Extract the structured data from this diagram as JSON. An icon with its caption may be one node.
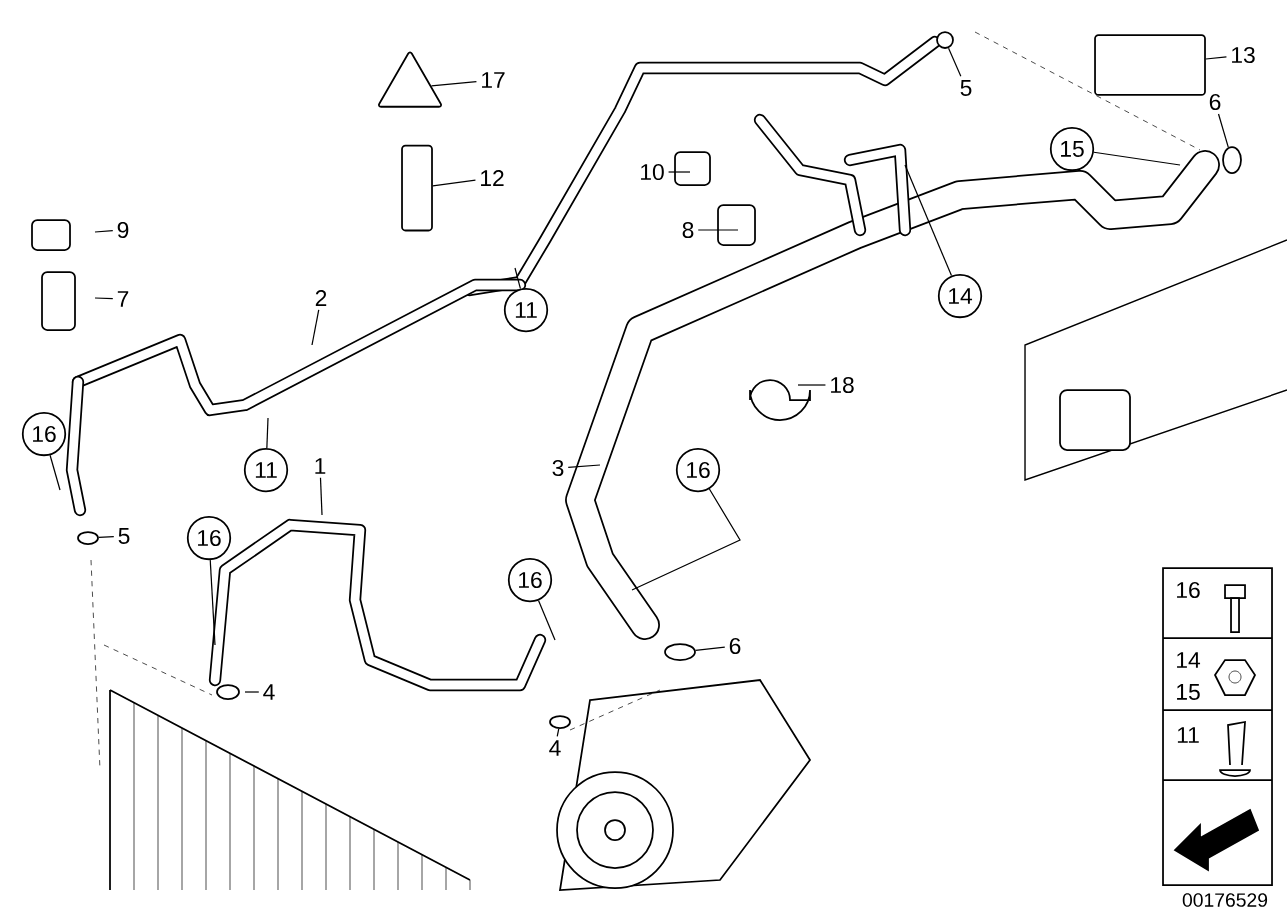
{
  "diagram": {
    "nodes": [
      {
        "text": [
          "17"
        ]
      },
      {
        "text": [
          "5"
        ]
      },
      {
        "text": [
          "13"
        ]
      },
      {
        "text": [
          "6"
        ]
      },
      {
        "text": [
          "15"
        ]
      },
      {
        "text": [
          "10"
        ]
      },
      {
        "text": [
          "12"
        ]
      },
      {
        "text": [
          "9"
        ]
      },
      {
        "text": [
          "8"
        ]
      },
      {
        "text": [
          "14"
        ]
      },
      {
        "text": [
          "7"
        ]
      },
      {
        "text": [
          "2"
        ]
      },
      {
        "text": [
          "11"
        ]
      },
      {
        "text": [
          "18"
        ]
      },
      {
        "text": [
          "16"
        ]
      },
      {
        "text": [
          "11"
        ]
      },
      {
        "text": [
          "1"
        ]
      },
      {
        "text": [
          "3"
        ]
      },
      {
        "text": [
          "16"
        ]
      },
      {
        "text": [
          "5"
        ]
      },
      {
        "text": [
          "16"
        ]
      },
      {
        "text": [
          "16"
        ]
      },
      {
        "text": [
          "6"
        ]
      },
      {
        "text": [
          "4"
        ]
      },
      {
        "text": [
          "4"
        ]
      },
      {
        "text": [],
        "shape": "picture"
      },
      {
        "text": [],
        "shape": "circle"
      },
      {
        "text": [],
        "shape": "box"
      },
      {
        "text": [],
        "shape": "circle"
      },
      {
        "text": [],
        "shape": "box"
      },
      {
        "text": [],
        "shape": "circle"
      },
      {
        "text": [],
        "shape": "circle"
      },
      {
        "text": [],
        "shape": "circle"
      }
    ],
    "edges": [
      {
        "from": 0,
        "to": 25,
        "arrow": "none"
      },
      {
        "from": 1,
        "to": 26,
        "arrow": "none"
      },
      {
        "from": 2,
        "to": 27,
        "arrow": "none"
      },
      {
        "from": 3,
        "to": 28,
        "arrow": "none"
      },
      {
        "from": 4,
        "to": null,
        "arrow": "none"
      },
      {
        "from": 5,
        "to": null,
        "arrow": "none"
      },
      {
        "from": 6,
        "to": 29,
        "arrow": "none"
      },
      {
        "from": 7,
        "to": null,
        "arrow": "none"
      },
      {
        "from": 8,
        "to": null,
        "arrow": "none"
      },
      {
        "from": 9,
        "to": null,
        "arrow": "none"
      },
      {
        "from": 10,
        "to": null,
        "arrow": "none"
      },
      {
        "from": 11,
        "to": null,
        "arrow": "none"
      },
      {
        "from": 12,
        "to": null,
        "arrow": "none"
      },
      {
        "from": 13,
        "to": null,
        "arrow": "none"
      },
      {
        "from": 14,
        "to": null,
        "arrow": "none"
      },
      {
        "from": 15,
        "to": null,
        "arrow": "none"
      },
      {
        "from": 16,
        "to": null,
        "arrow": "none"
      },
      {
        "from": 17,
        "to": null,
        "arrow": "none"
      },
      {
        "from": 18,
        "to": null,
        "arrow": "none"
      },
      {
        "from": 19,
        "to": 30,
        "arrow": "none"
      },
      {
        "from": 20,
        "to": null,
        "arrow": "none"
      },
      {
        "from": 21,
        "to": null,
        "arrow": "none"
      },
      {
        "from": 22,
        "to": 31,
        "arrow": "none"
      },
      {
        "from": 23,
        "to": null,
        "arrow": "none"
      },
      {
        "from": 24,
        "to": 32,
        "arrow": "none"
      }
    ],
    "labels": [
      "16",
      "14",
      "15",
      "11",
      "00176529"
    ]
  }
}
